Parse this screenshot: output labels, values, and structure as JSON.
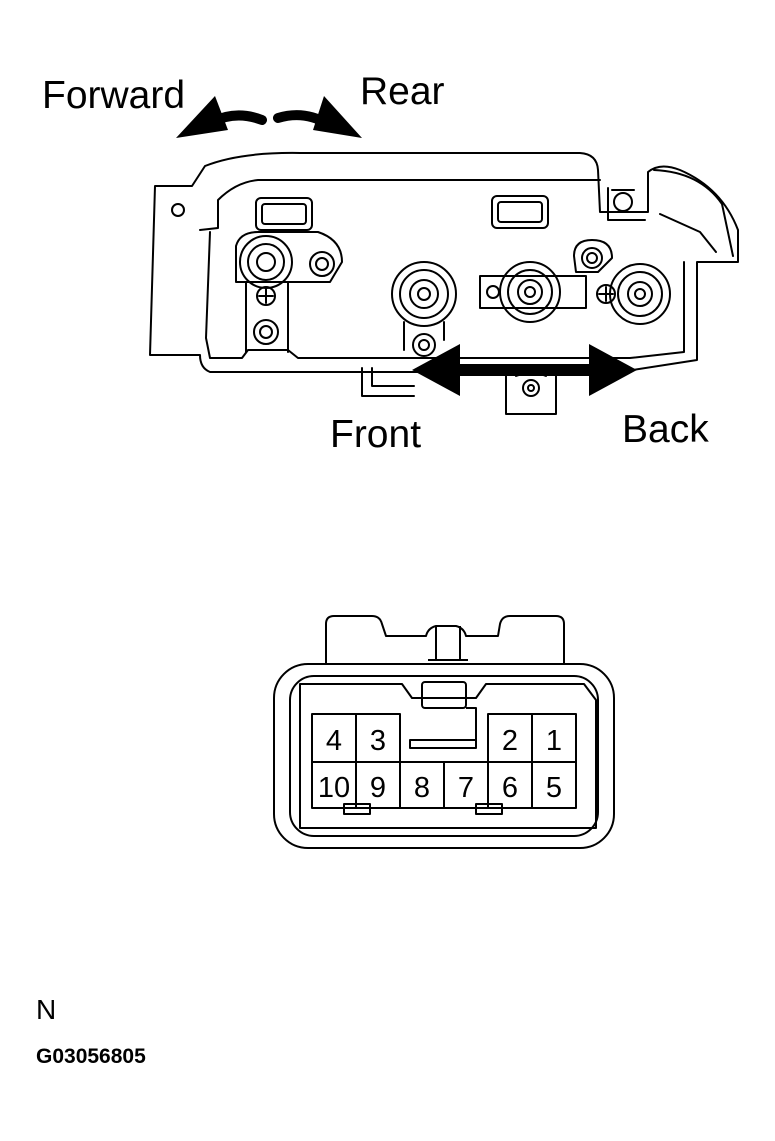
{
  "switch": {
    "labels": {
      "forward": "Forward",
      "rear": "Rear",
      "front": "Front",
      "back": "Back"
    }
  },
  "connector": {
    "pins_top": [
      "4",
      "3",
      "2",
      "1"
    ],
    "pins_bottom": [
      "10",
      "9",
      "8",
      "7",
      "6",
      "5"
    ]
  },
  "footer": {
    "letter": "N",
    "code": "G03056805"
  }
}
